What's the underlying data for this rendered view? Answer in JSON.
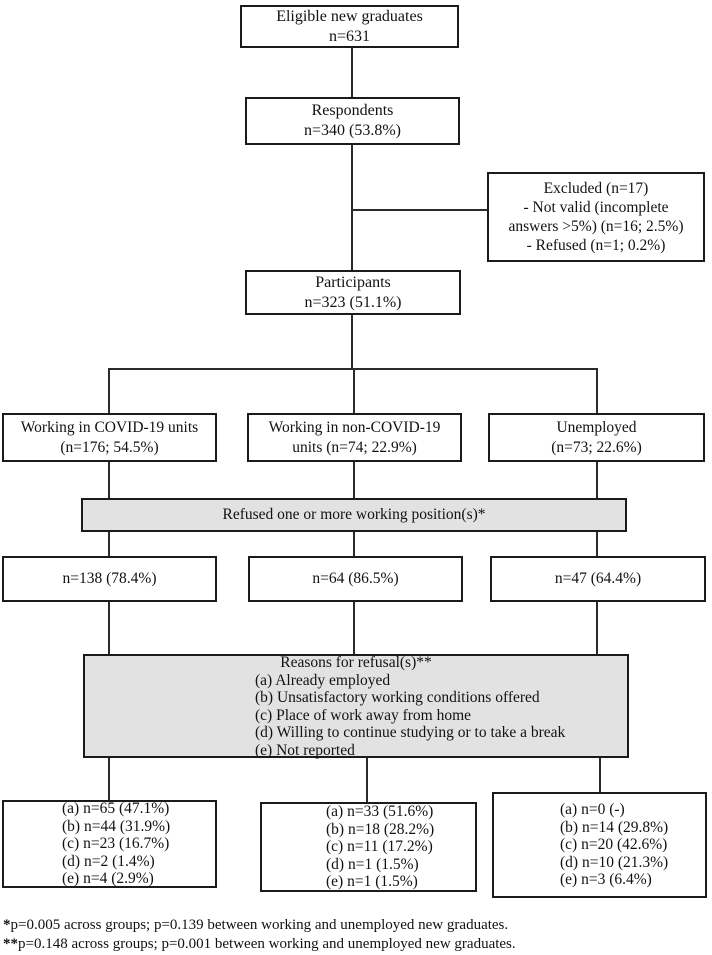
{
  "figure": {
    "background": "#ffffff",
    "box_border_color": "#1b1b1b",
    "gray_fill": "#e2e2e2",
    "line_color": "#2b2b2b"
  },
  "boxes": {
    "eligible": {
      "lines": [
        "Eligible new graduates",
        "n=631"
      ]
    },
    "respondents": {
      "lines": [
        "Respondents",
        "n=340 (53.8%)"
      ]
    },
    "excluded": {
      "lines": [
        "Excluded (n=17)",
        "- Not valid (incomplete",
        "answers >5%) (n=16; 2.5%)",
        "- Refused (n=1; 0.2%)"
      ]
    },
    "participants": {
      "lines": [
        "Participants",
        "n=323 (51.1%)"
      ]
    },
    "covid_units": {
      "lines": [
        "Working in COVID-19 units",
        "(n=176; 54.5%)"
      ]
    },
    "noncovid_units": {
      "lines": [
        "Working in non-COVID-19",
        "units (n=74; 22.9%)"
      ]
    },
    "unemployed": {
      "lines": [
        "Unemployed",
        "(n=73; 22.6%)"
      ]
    },
    "refused_band": {
      "label": "Refused one or more working position(s)*"
    },
    "refused_counts": {
      "covid": "n=138 (78.4%)",
      "noncovid": "n=64 (86.5%)",
      "unemployed": "n=47 (64.4%)"
    },
    "reasons": {
      "title": "Reasons for refusal(s)**",
      "items": [
        "(a) Already employed",
        "(b) Unsatisfactory working conditions offered",
        "(c) Place of work away from home",
        "(d) Willing to continue studying or to take a break",
        "(e) Not reported"
      ]
    },
    "results": {
      "covid": [
        "(a) n=65 (47.1%)",
        "(b) n=44 (31.9%)",
        "(c) n=23 (16.7%)",
        "(d) n=2 (1.4%)",
        "(e) n=4 (2.9%)"
      ],
      "noncovid": [
        "(a) n=33 (51.6%)",
        "(b) n=18 (28.2%)",
        "(c) n=11 (17.2%)",
        "(d) n=1 (1.5%)",
        "(e) n=1 (1.5%)"
      ],
      "unemployed": [
        "(a) n=0 (-)",
        "(b) n=14 (29.8%)",
        "(c) n=20 (42.6%)",
        "(d) n=10 (21.3%)",
        "(e) n=3 (6.4%)"
      ]
    }
  },
  "footnotes": [
    {
      "marker": "*",
      "text": "p=0.005 across groups; p=0.139 between working and unemployed new graduates."
    },
    {
      "marker": "**",
      "text": "p=0.148 across groups; p=0.001 between working and unemployed new graduates."
    }
  ]
}
